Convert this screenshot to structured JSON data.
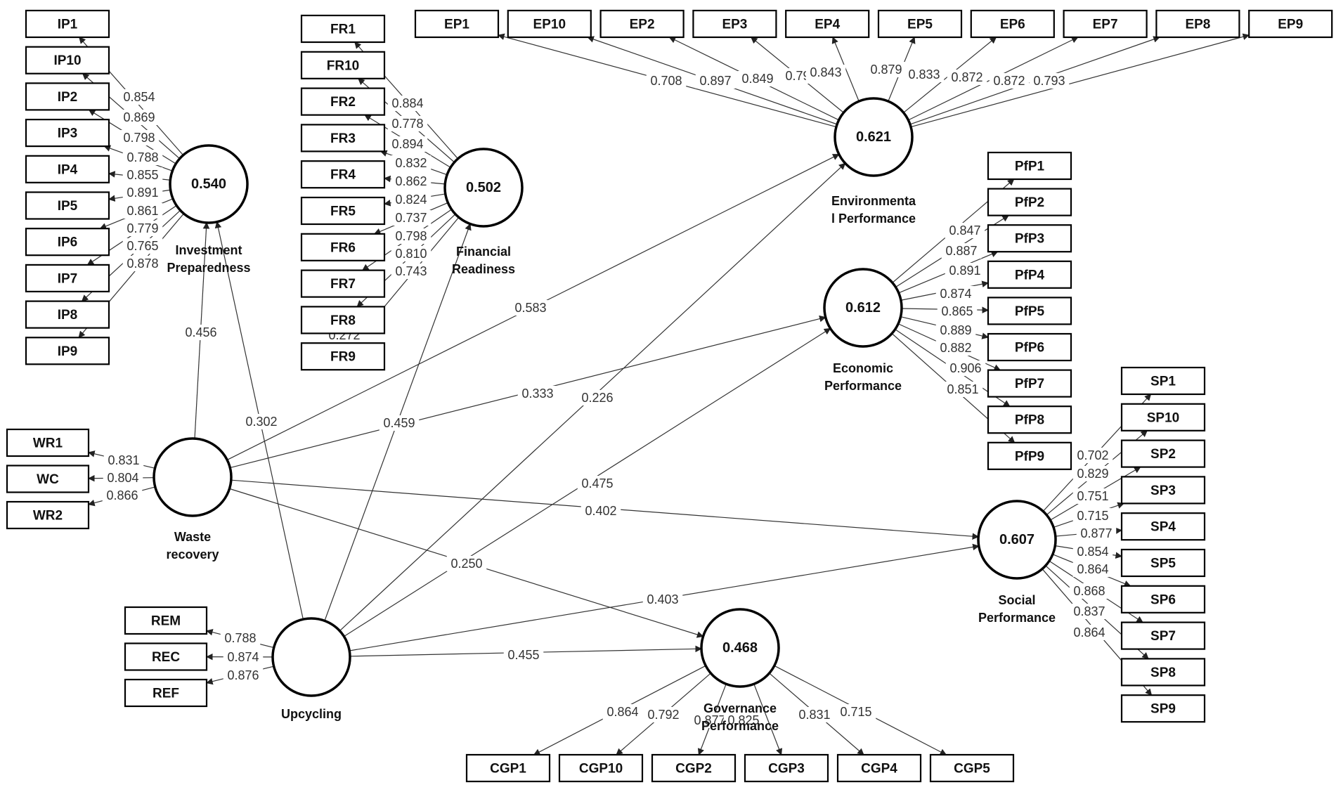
{
  "latents": {
    "ip": {
      "value": "0.540",
      "label": [
        "Investment",
        "Preparedness"
      ]
    },
    "fr": {
      "value": "0.502",
      "label": [
        "Financial",
        "Readiness"
      ]
    },
    "env": {
      "value": "0.621",
      "label": [
        "Environmenta",
        "l Performance"
      ]
    },
    "eco": {
      "value": "0.612",
      "label": [
        "Economic",
        "Performance"
      ]
    },
    "soc": {
      "value": "0.607",
      "label": [
        "Social",
        "Performance"
      ]
    },
    "gov": {
      "value": "0.468",
      "label": [
        "Governance",
        "Performance"
      ]
    },
    "wr": {
      "value": "",
      "label": [
        "Waste",
        "recovery"
      ]
    },
    "up": {
      "value": "",
      "label": [
        "Upcycling"
      ]
    }
  },
  "indicators": {
    "ip": [
      "IP1",
      "IP10",
      "IP2",
      "IP3",
      "IP4",
      "IP5",
      "IP6",
      "IP7",
      "IP8",
      "IP9"
    ],
    "fr": [
      "FR1",
      "FR10",
      "FR2",
      "FR3",
      "FR4",
      "FR5",
      "FR6",
      "FR7",
      "FR8",
      "FR9"
    ],
    "env": [
      "EP1",
      "EP10",
      "EP2",
      "EP3",
      "EP4",
      "EP5",
      "EP6",
      "EP7",
      "EP8",
      "EP9"
    ],
    "eco": [
      "PfP1",
      "PfP2",
      "PfP3",
      "PfP4",
      "PfP5",
      "PfP6",
      "PfP7",
      "PfP8",
      "PfP9"
    ],
    "soc": [
      "SP1",
      "SP10",
      "SP2",
      "SP3",
      "SP4",
      "SP5",
      "SP6",
      "SP7",
      "SP8",
      "SP9"
    ],
    "gov": [
      "CGP1",
      "CGP10",
      "CGP2",
      "CGP3",
      "CGP4",
      "CGP5"
    ],
    "wr": [
      "WR1",
      "WC",
      "WR2"
    ],
    "up": [
      "REM",
      "REC",
      "REF"
    ]
  },
  "loadings": {
    "ip": [
      "0.854",
      "0.869",
      "0.798",
      "0.788",
      "0.855",
      "0.891",
      "0.861",
      "0.779",
      "0.765",
      "0.878"
    ],
    "fr": [
      "0.884",
      "0.778",
      "0.894",
      "0.832",
      "0.862",
      "0.824",
      "0.737",
      "0.798",
      "0.810",
      "0.743",
      "0.272"
    ],
    "env": [
      "0.708",
      "0.897",
      "0.849",
      "0.795",
      "0.843",
      "0.879",
      "0.833",
      "0.872",
      "0.872",
      "0.793"
    ],
    "eco": [
      "0.847",
      "0.887",
      "0.891",
      "0.874",
      "0.865",
      "0.889",
      "0.882",
      "0.906",
      "0.851"
    ],
    "soc": [
      "0.702",
      "0.829",
      "0.751",
      "0.715",
      "0.877",
      "0.854",
      "0.864",
      "0.868",
      "0.837",
      "0.864"
    ],
    "gov": [
      "0.864",
      "0.792",
      "0.877",
      "0.825",
      "0.831",
      "0.715"
    ],
    "wr": [
      "0.831",
      "0.804",
      "0.866"
    ],
    "up": [
      "0.788",
      "0.874",
      "0.876"
    ]
  },
  "paths": [
    {
      "id": "wr-ip",
      "value": "0.456"
    },
    {
      "id": "up-ip",
      "value": "0.302"
    },
    {
      "id": "wr-env",
      "value": "0.583"
    },
    {
      "id": "wr-eco",
      "value": "0.333"
    },
    {
      "id": "wr-soc",
      "value": "0.402"
    },
    {
      "id": "wr-gov",
      "value": "0.250"
    },
    {
      "id": "up-fr",
      "value": "0.459"
    },
    {
      "id": "up-env",
      "value": "0.226"
    },
    {
      "id": "up-eco",
      "value": "0.475"
    },
    {
      "id": "up-soc",
      "value": "0.403"
    },
    {
      "id": "up-gov",
      "value": "0.455"
    }
  ]
}
